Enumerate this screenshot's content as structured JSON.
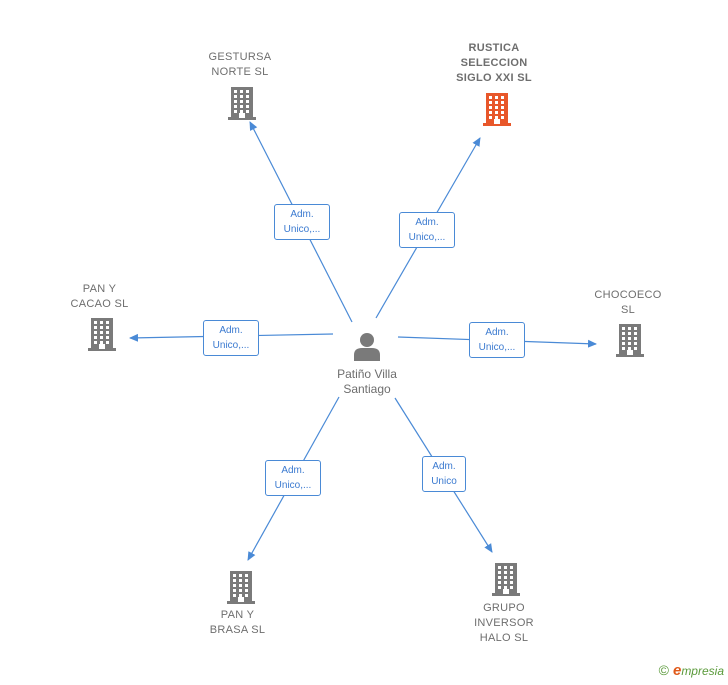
{
  "center": {
    "name": "Patiño Villa\nSantiago"
  },
  "companies": [
    {
      "id": "gestursa",
      "name": "GESTURSA\nNORTE  SL",
      "highlight": false
    },
    {
      "id": "rustica",
      "name": "RUSTICA\nSELECCION\nSIGLO XXI  SL",
      "highlight": true
    },
    {
      "id": "pan-cacao",
      "name": "PAN Y\nCACAO  SL",
      "highlight": false
    },
    {
      "id": "chocoeco",
      "name": "CHOCOECO\nSL",
      "highlight": false
    },
    {
      "id": "pan-brasa",
      "name": "PAN Y\nBRASA  SL",
      "highlight": false
    },
    {
      "id": "grupo",
      "name": "GRUPO\nINVERSOR\nHALO SL",
      "highlight": false
    }
  ],
  "relations": [
    {
      "to": "gestursa",
      "label": "Adm.\nUnico,..."
    },
    {
      "to": "rustica",
      "label": "Adm.\nUnico,..."
    },
    {
      "to": "pan-cacao",
      "label": "Adm.\nUnico,..."
    },
    {
      "to": "chocoeco",
      "label": "Adm.\nUnico,..."
    },
    {
      "to": "pan-brasa",
      "label": "Adm.\nUnico,..."
    },
    {
      "to": "grupo",
      "label": "Adm.\nUnico"
    }
  ],
  "colors": {
    "edge": "#4a8ad6",
    "building": "#7a7a7a",
    "building_highlight": "#e8572a",
    "person": "#7a7a7a"
  },
  "footer": {
    "copyright": "©",
    "brand_e": "e",
    "brand_rest": "mpresia"
  }
}
